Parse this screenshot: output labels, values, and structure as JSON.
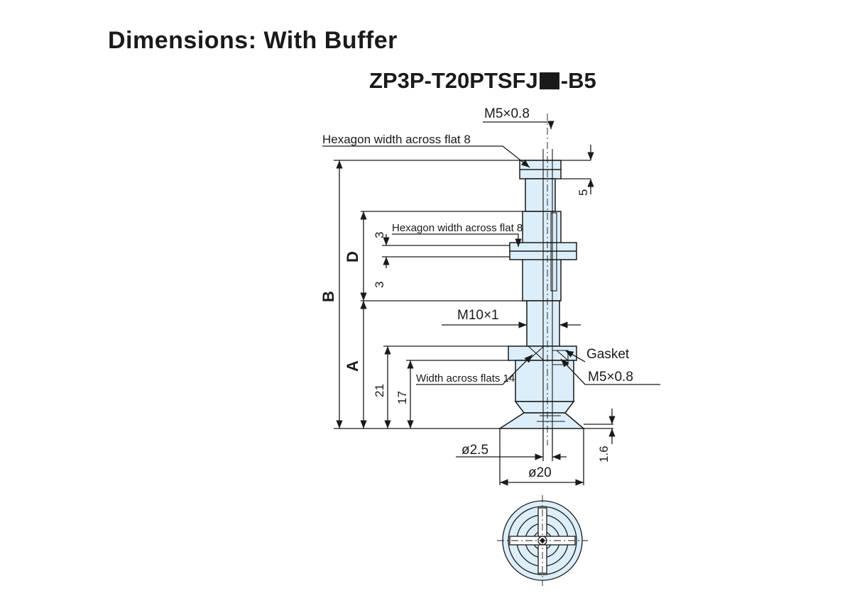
{
  "heading": "Dimensions: With Buffer",
  "model": {
    "prefix": "ZP3P-T20PTSFJ",
    "suffix": "-B5"
  },
  "labels": {
    "thread_top": "M5×0.8",
    "hex_top": "Hexagon width across flat 8",
    "hex_mid": "Hexagon width across flat 8",
    "thread_mid": "M10×1",
    "gasket": "Gasket",
    "thread_bottom": "M5×0.8",
    "width_flats": "Width across flats 14",
    "dia_small": "ø2.5",
    "dia_large": "ø20"
  },
  "dims": {
    "top_height": "5",
    "nut_upper": "3",
    "nut_lower": "3",
    "h21": "21",
    "h17": "17",
    "pad": "1.6",
    "A": "A",
    "B": "B",
    "D": "D"
  },
  "colors": {
    "body_fill": "#dceef9",
    "line": "#1a1a1a"
  }
}
